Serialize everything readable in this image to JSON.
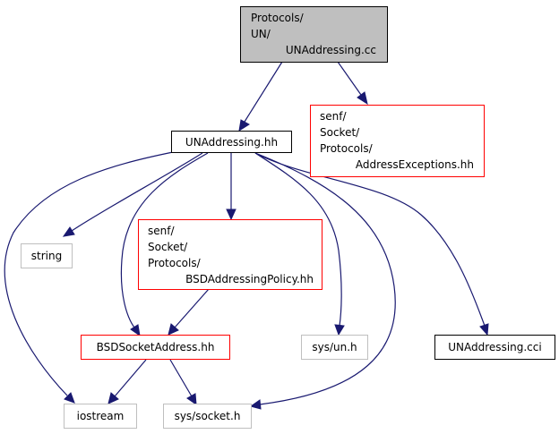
{
  "colors": {
    "edge": "#191970",
    "root_fill": "#bfbfbf",
    "black_border": "#000000",
    "red_border": "#ff0000",
    "gray_border": "#bfbfbf"
  },
  "nodes": {
    "root": {
      "lines": [
        "Protocols/",
        "UN/",
        "UNAddressing.cc"
      ],
      "border": "black",
      "filled": true
    },
    "una_hh": {
      "lines": [
        "UNAddressing.hh"
      ],
      "border": "black"
    },
    "addr_exc": {
      "lines": [
        "senf/",
        "Socket/",
        "Protocols/",
        "AddressExceptions.hh"
      ],
      "border": "red"
    },
    "string": {
      "lines": [
        "string"
      ],
      "border": "gray"
    },
    "bsd_policy": {
      "lines": [
        "senf/",
        "Socket/",
        "Protocols/",
        "BSDAddressingPolicy.hh"
      ],
      "border": "red"
    },
    "bsd_sock": {
      "lines": [
        "BSDSocketAddress.hh"
      ],
      "border": "red"
    },
    "sys_un": {
      "lines": [
        "sys/un.h"
      ],
      "border": "gray"
    },
    "una_cci": {
      "lines": [
        "UNAddressing.cci"
      ],
      "border": "black"
    },
    "iostream": {
      "lines": [
        "iostream"
      ],
      "border": "gray"
    },
    "sys_socket": {
      "lines": [
        "sys/socket.h"
      ],
      "border": "gray"
    }
  },
  "edges": [
    {
      "from": "root",
      "to": "una_hh"
    },
    {
      "from": "root",
      "to": "addr_exc"
    },
    {
      "from": "una_hh",
      "to": "string"
    },
    {
      "from": "una_hh",
      "to": "bsd_policy"
    },
    {
      "from": "una_hh",
      "to": "bsd_sock"
    },
    {
      "from": "una_hh",
      "to": "sys_un"
    },
    {
      "from": "una_hh",
      "to": "una_cci"
    },
    {
      "from": "una_hh",
      "to": "iostream"
    },
    {
      "from": "una_hh",
      "to": "sys_socket"
    },
    {
      "from": "bsd_policy",
      "to": "bsd_sock"
    },
    {
      "from": "bsd_sock",
      "to": "iostream"
    },
    {
      "from": "bsd_sock",
      "to": "sys_socket"
    }
  ]
}
